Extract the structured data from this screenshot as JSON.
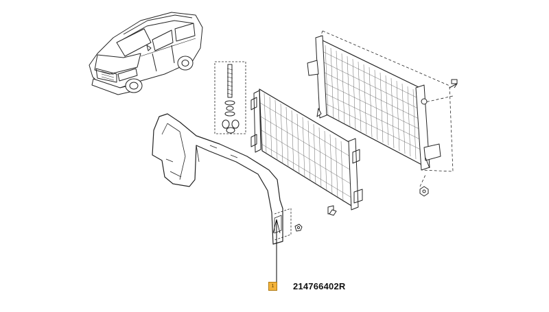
{
  "callout": {
    "number": "1",
    "part_number": "214766402R",
    "highlight_color": "#f3b23a"
  },
  "parts": [
    "vehicle-thumbnail",
    "radiator",
    "condenser",
    "air-deflector",
    "fastener-kit"
  ]
}
